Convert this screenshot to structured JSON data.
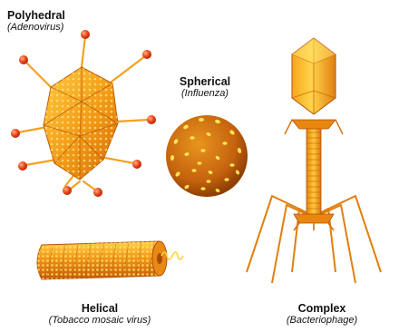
{
  "viruses": {
    "polyhedral": {
      "name": "Polyhedral",
      "example": "(Adenovirus)"
    },
    "spherical": {
      "name": "Spherical",
      "example": "(Influenza)"
    },
    "helical": {
      "name": "Helical",
      "example": "(Tobacco mosaic virus)"
    },
    "complex": {
      "name": "Complex",
      "example": "(Bacteriophage)"
    }
  },
  "colors": {
    "body": "#f2a21e",
    "body_dark": "#d96f0c",
    "highlight": "#ffd94a",
    "tip": "#e8461c",
    "sphere": "#c66a12",
    "sphere_dot": "#ffe255"
  }
}
